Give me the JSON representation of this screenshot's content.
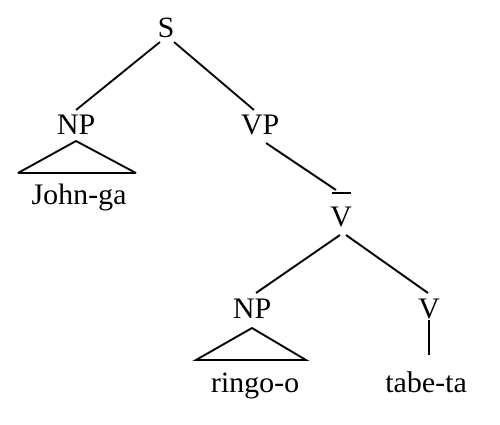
{
  "tree": {
    "root": "S",
    "subject_np": {
      "label": "NP",
      "yield": "John-ga"
    },
    "vp": {
      "label": "VP"
    },
    "vbar": {
      "label": "V",
      "bar": true
    },
    "object_np": {
      "label": "NP",
      "yield": "ringo-o"
    },
    "verb": {
      "label": "V",
      "yield": "tabe-ta"
    }
  }
}
